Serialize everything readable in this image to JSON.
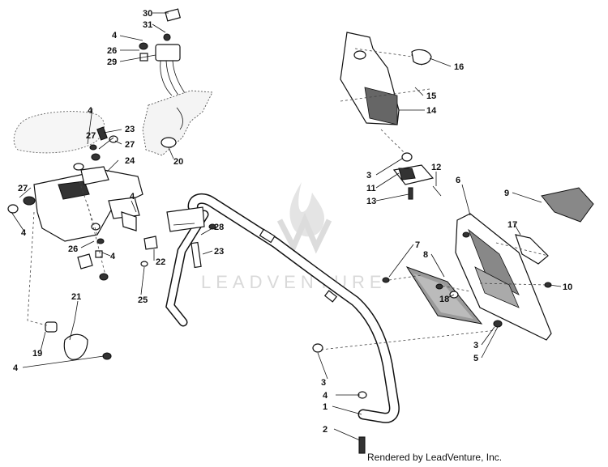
{
  "watermark": {
    "text": "LEADVENTURE"
  },
  "credit": "Rendered by LeadVenture, Inc.",
  "callouts": {
    "c30": "30",
    "c31": "31",
    "c4a": "4",
    "c26a": "26",
    "c29": "29",
    "c4b": "4",
    "c23a": "23",
    "c27a": "27",
    "c27b": "27",
    "c24": "24",
    "c20": "20",
    "c27c": "27",
    "c4c": "4",
    "c4d": "4",
    "c26b": "26",
    "c4e": "4",
    "c22": "22",
    "c28": "28",
    "c23b": "23",
    "c25": "25",
    "c21": "21",
    "c19": "19",
    "c4f": "4",
    "c16": "16",
    "c15": "15",
    "c14": "14",
    "c3a": "3",
    "c11": "11",
    "c13": "13",
    "c12": "12",
    "c6": "6",
    "c9": "9",
    "c17": "17",
    "c7": "7",
    "c8": "8",
    "c18": "18",
    "c10": "10",
    "c3b": "3",
    "c5": "5",
    "c3c": "3",
    "c4g": "4",
    "c1": "1",
    "c2": "2"
  }
}
